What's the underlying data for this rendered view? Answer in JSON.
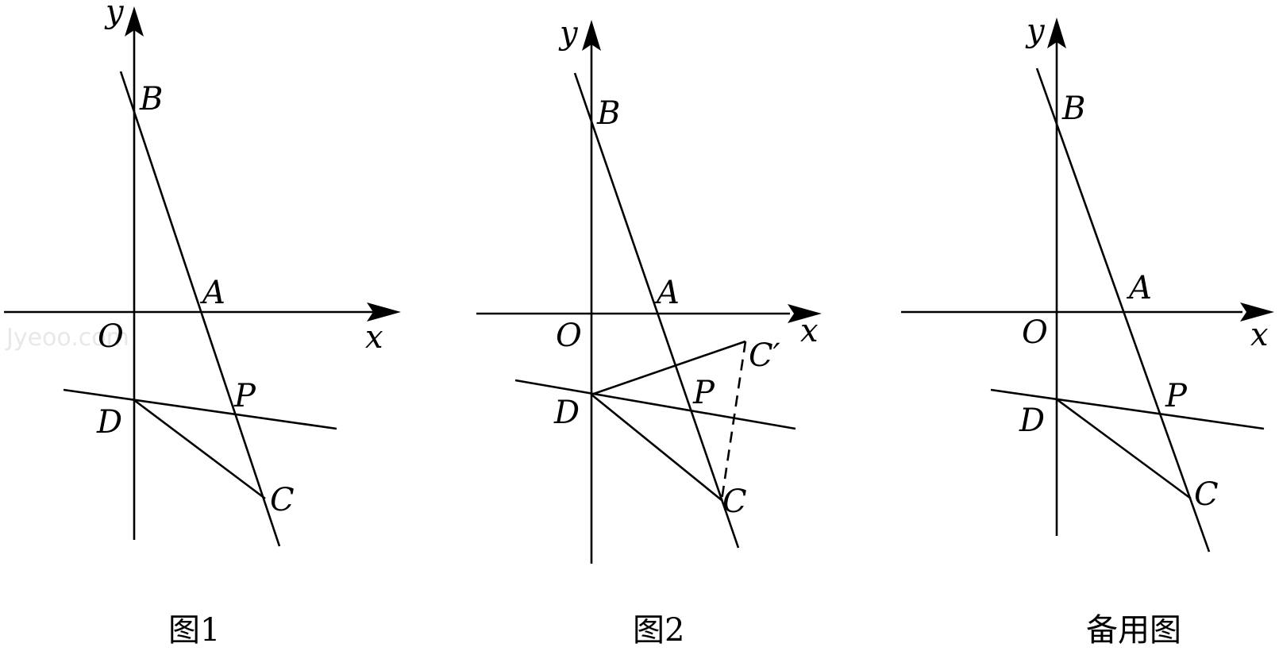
{
  "figures": [
    {
      "caption": "图1",
      "labels": {
        "x": "x",
        "y": "y",
        "O": "O",
        "A": "A",
        "B": "B",
        "C": "C",
        "D": "D",
        "P": "P"
      }
    },
    {
      "caption": "图2",
      "labels": {
        "x": "x",
        "y": "y",
        "O": "O",
        "A": "A",
        "B": "B",
        "C": "C",
        "C_prime": "C′",
        "D": "D",
        "P": "P"
      }
    },
    {
      "caption": "备用图",
      "labels": {
        "x": "x",
        "y": "y",
        "O": "O",
        "A": "A",
        "B": "B",
        "C": "C",
        "D": "D",
        "P": "P"
      }
    }
  ],
  "watermark": "Jyeoo.com"
}
